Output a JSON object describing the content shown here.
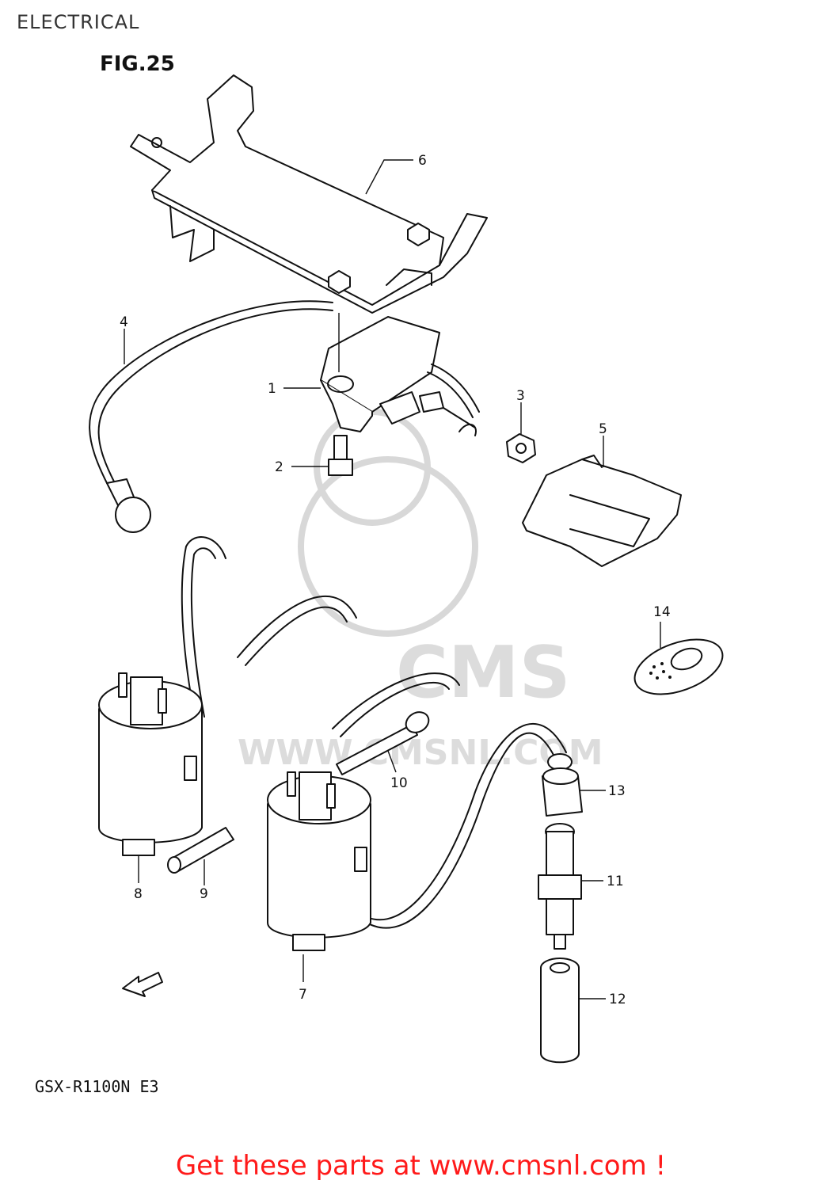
{
  "page": {
    "section_title": "ELECTRICAL",
    "figure_label": "FIG.25",
    "model_code": "GSX-R1100N E3",
    "direction_label": "FWD",
    "cta_text": "Get these parts at www.cmsnl.com !",
    "watermark": {
      "brand": "CMS",
      "url": "WWW.CMSNL.COM"
    }
  },
  "callouts": [
    {
      "num": "1"
    },
    {
      "num": "2"
    },
    {
      "num": "3"
    },
    {
      "num": "4"
    },
    {
      "num": "5"
    },
    {
      "num": "6"
    },
    {
      "num": "7"
    },
    {
      "num": "8"
    },
    {
      "num": "9"
    },
    {
      "num": "10"
    },
    {
      "num": "11"
    },
    {
      "num": "12"
    },
    {
      "num": "13"
    },
    {
      "num": "14"
    }
  ],
  "colors": {
    "cta": "#ff1a1a",
    "line_art": "#111111",
    "watermark": "#d8d8d8"
  }
}
